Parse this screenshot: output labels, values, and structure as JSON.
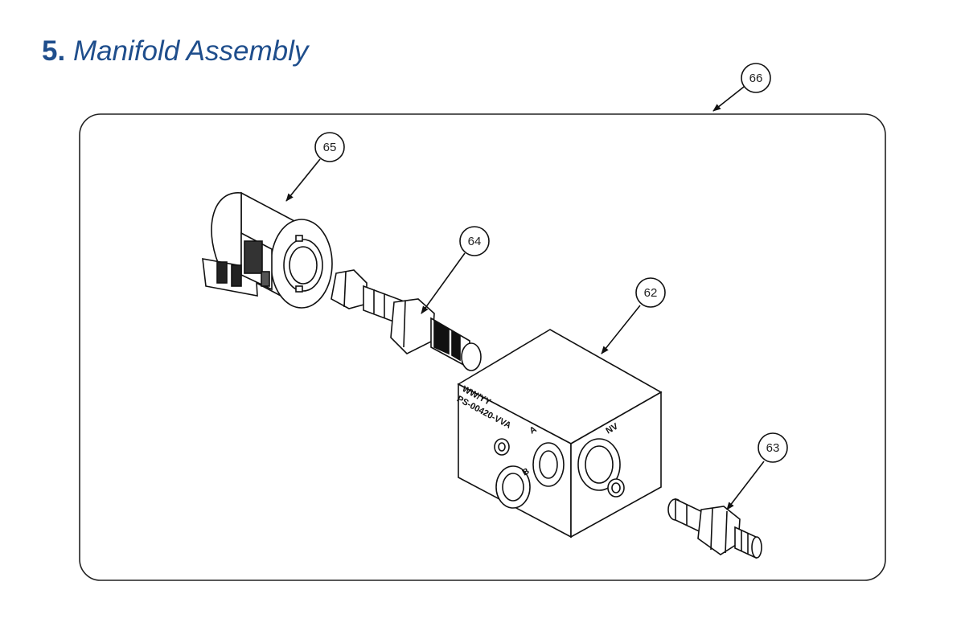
{
  "section": {
    "number": "5.",
    "title": "Manifold Assembly",
    "color": "#1f4e8c"
  },
  "callouts": {
    "manifold_block": "62",
    "relief_valve": "63",
    "solenoid_cartridge": "64",
    "coil": "65",
    "assembly": "66"
  },
  "block_markings": {
    "line1": "WW/YY",
    "line2": "PS-00420-VVA",
    "port_a": "A",
    "port_b": "B",
    "port_nv": "NV"
  }
}
